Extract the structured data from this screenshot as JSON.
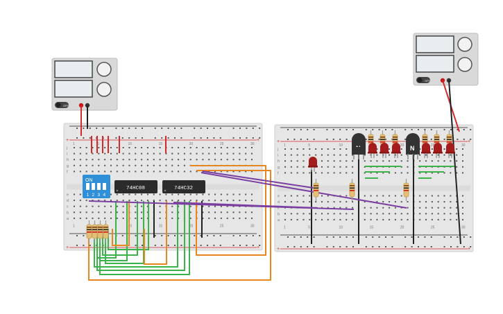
{
  "dip_switch": {
    "on_label": "ON",
    "positions": [
      "1",
      "2",
      "3",
      "4"
    ]
  },
  "chips": [
    {
      "part": "74HC08"
    },
    {
      "part": "74HC32"
    }
  ],
  "transistors": [
    {
      "label": "N"
    },
    {
      "label": "N"
    }
  ],
  "power_supplies": [
    {
      "switch_label": "OFF"
    },
    {
      "switch_label": "OFF"
    }
  ],
  "breadboard_left": {
    "row_letters_top": [
      "j",
      "i",
      "h",
      "g",
      "f"
    ],
    "row_letters_bottom": [
      "e",
      "d",
      "c",
      "b",
      "a"
    ],
    "column_numbers": [
      "1",
      "5",
      "10",
      "15",
      "20",
      "25",
      "30"
    ]
  },
  "breadboard_right": {
    "row_letters_top": [
      "j",
      "i",
      "h",
      "g",
      "f"
    ],
    "row_letters_bottom": [
      "e",
      "d",
      "c",
      "b",
      "a"
    ],
    "column_numbers": [
      "1",
      "5",
      "10",
      "15",
      "20",
      "25",
      "30"
    ]
  },
  "colors": {
    "breadboard": "#e6e6e6",
    "rail_red": "#d9262b",
    "rail_blue": "#222222",
    "wire_red": "#d62828",
    "wire_black": "#222222",
    "wire_green": "#3cb34a",
    "wire_orange": "#e8871e",
    "wire_purple": "#7a3fa0",
    "dip_blue": "#2f8fd8",
    "chip": "#2b2b2b",
    "led": "#a51c1c",
    "resistor": "#e3c07a",
    "supply_body": "#d9d9d9"
  }
}
